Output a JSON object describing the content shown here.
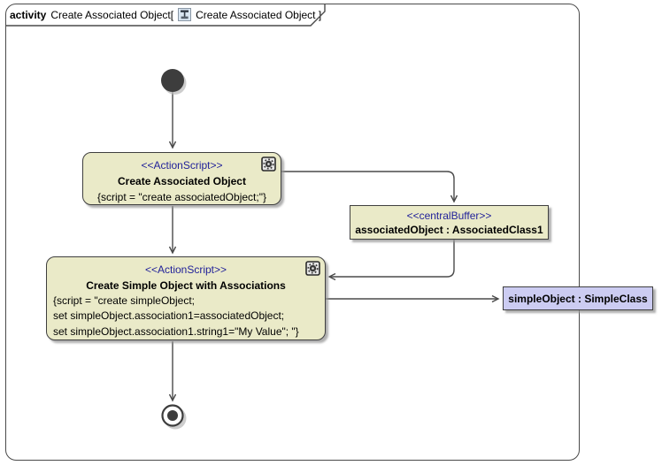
{
  "diagram": {
    "keyword": "activity",
    "context_name": "Create Associated Object[",
    "diagram_name": "Create Associated Object ]"
  },
  "nodes": {
    "action_create_associated": {
      "stereotype": "<<ActionScript>>",
      "name": "Create Associated Object",
      "script_lines": [
        "{script = \"create associatedObject;\"}"
      ]
    },
    "central_buffer": {
      "stereotype": "<<centralBuffer>>",
      "name": "associatedObject : AssociatedClass1"
    },
    "action_create_simple": {
      "stereotype": "<<ActionScript>>",
      "name": "Create Simple Object with Associations",
      "script_lines": [
        "{script = \"create simpleObject;",
        "set simpleObject.association1=associatedObject;",
        "set simpleObject.association1.string1=\"My Value\"; \"}"
      ]
    },
    "object_simple": {
      "name": "simpleObject : SimpleClass"
    }
  },
  "icons": {
    "tab_icon": "activity-diagram-icon",
    "action_icon": "gear-icon"
  },
  "colors": {
    "node_fill": "#EAEAC8",
    "node_border": "#3F3F3F",
    "object_fill": "#CCCCF2",
    "stereotype_text": "#1F1F99",
    "line": "#4A4A4A",
    "node_dark": "#3D3D3D"
  }
}
